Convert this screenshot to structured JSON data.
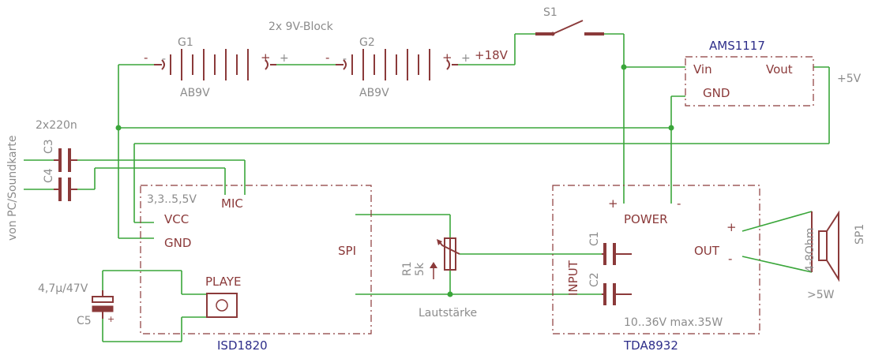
{
  "batteries": {
    "pack_label": "2x 9V-Block",
    "g1": {
      "name": "G1",
      "type": "AB9V",
      "minus": "-",
      "plus": "+"
    },
    "g2": {
      "name": "G2",
      "type": "AB9V",
      "minus": "-",
      "plus": "+"
    },
    "supply": "+18V"
  },
  "switch": {
    "name": "S1"
  },
  "regulator": {
    "name": "AMS1117",
    "vin": "Vin",
    "vout": "Vout",
    "gnd": "GND",
    "out_label": "+5V"
  },
  "input": {
    "side_label": "von PC/Soundkarte",
    "cap_value": "2x220n",
    "c3": "C3",
    "c4": "C4"
  },
  "isd": {
    "name": "ISD1820",
    "supply_range": "3,3..5,5V",
    "vcc": "VCC",
    "gnd": "GND",
    "mic": "MIC",
    "spi": "SPI",
    "play": "PLAYE"
  },
  "c5": {
    "name": "C5",
    "value": "4,7µ/47V",
    "plus": "+"
  },
  "pot": {
    "name": "R1",
    "value": "5k",
    "caption": "Lautstärke"
  },
  "amp": {
    "name": "TDA8932",
    "power": "POWER",
    "plus": "+",
    "minus": "-",
    "input": "INPUT",
    "out": "OUT",
    "out_plus": "+",
    "out_minus": "-",
    "rating": "10..36V max.35W",
    "c1": "C1",
    "c2": "C2"
  },
  "speaker": {
    "name": "SP1",
    "impedance": "4-8Ohm",
    "power": ">5W"
  }
}
